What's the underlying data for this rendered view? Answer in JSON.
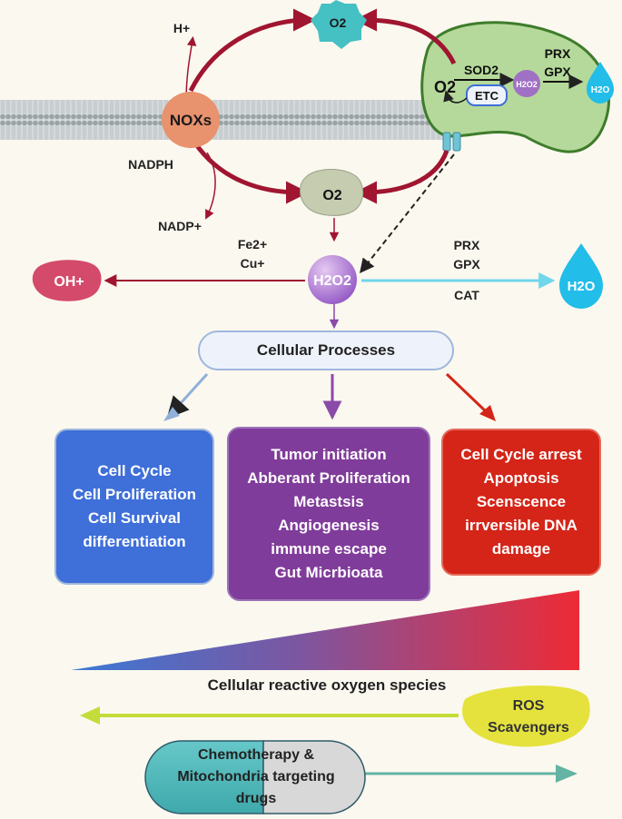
{
  "membrane": {
    "label": "NOXs"
  },
  "nox": {
    "h_plus": "H+",
    "nadph": "NADPH",
    "nadp_plus": "NADP+"
  },
  "species": {
    "o2": "O2",
    "superoxide": "O2",
    "h2o2": "H2O2",
    "oh": "OH+",
    "h2o": "H2O"
  },
  "mito": {
    "superoxide": "O2",
    "sod2": "SOD2",
    "etc": "ETC",
    "h2o2": "H2O2",
    "prx": "PRX",
    "gpx": "GPX",
    "h2o": "H2O"
  },
  "fenton": {
    "fe": "Fe2+",
    "cu": "Cu+"
  },
  "scavenge": {
    "prx": "PRX",
    "gpx": "GPX",
    "cat": "CAT"
  },
  "process": {
    "label": "Cellular Processes"
  },
  "boxes": {
    "blue": [
      "Cell Cycle",
      "Cell Proliferation",
      "Cell Survival",
      "differentiation"
    ],
    "purple": [
      "Tumor initiation",
      "Abberant Proliferation",
      "Metastsis",
      "Angiogenesis",
      "immune escape",
      "Gut Micrbioata"
    ],
    "red": [
      "Cell Cycle arrest",
      "Apoptosis",
      "Scenscence",
      "irrversible DNA",
      "damage"
    ]
  },
  "gradient": {
    "label": "Cellular reactive oxygen species"
  },
  "scavengers": {
    "line1": "ROS",
    "line2": "Scavengers"
  },
  "pill": {
    "line1": "Chemotherapy &",
    "line2": "Mitochondria targeting",
    "line3": "drugs"
  },
  "colors": {
    "blue": "#3f6fd8",
    "purple": "#803c9a",
    "red": "#d42518",
    "teal": "#4cc3c4",
    "cyan": "#34c7ea",
    "maroon": "#a01530",
    "lime": "#c4dc3a"
  }
}
